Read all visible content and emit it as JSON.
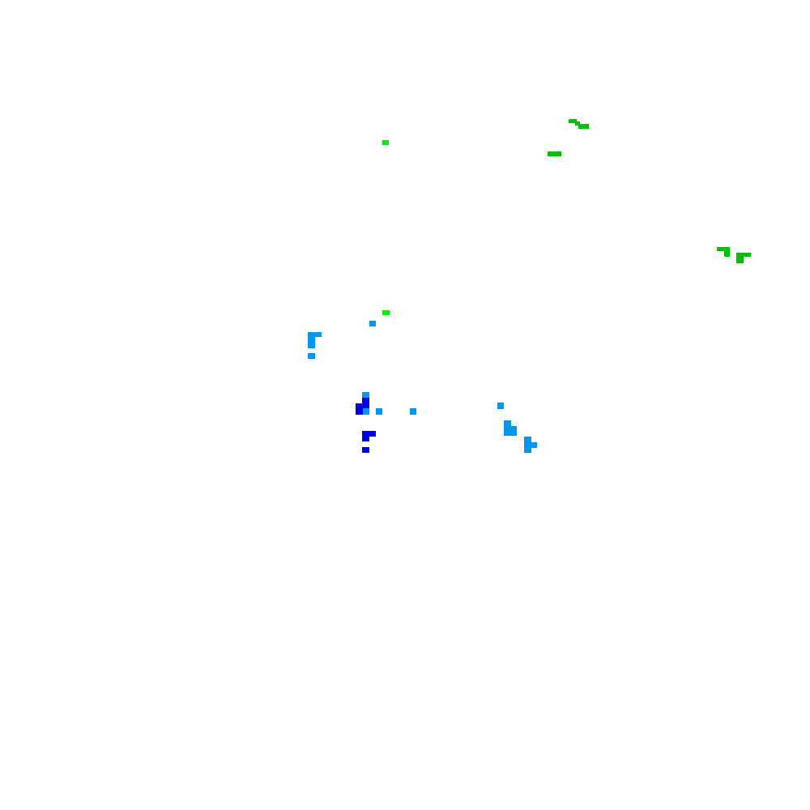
{
  "map": {
    "background": "#ffffff",
    "legend": "none",
    "labels": "none",
    "palette": {
      "green_dark": "#00c000",
      "green_bright": "#00ee00",
      "blue_light": "#0096f0",
      "blue_dark": "#0000e6"
    },
    "feature_groups": [
      {
        "name": "green-cluster-north",
        "color_key": "green_dark"
      },
      {
        "name": "green-cluster-east",
        "color_key": "green_dark"
      },
      {
        "name": "green-isolated",
        "color_key": "green_bright"
      },
      {
        "name": "blue-cluster-west",
        "color_key": "blue_light"
      },
      {
        "name": "blue-cluster-center",
        "color_key": "blue_light"
      },
      {
        "name": "blue-dark-cluster",
        "color_key": "blue_dark"
      },
      {
        "name": "blue-cluster-south-east",
        "color_key": "blue_light"
      }
    ]
  }
}
